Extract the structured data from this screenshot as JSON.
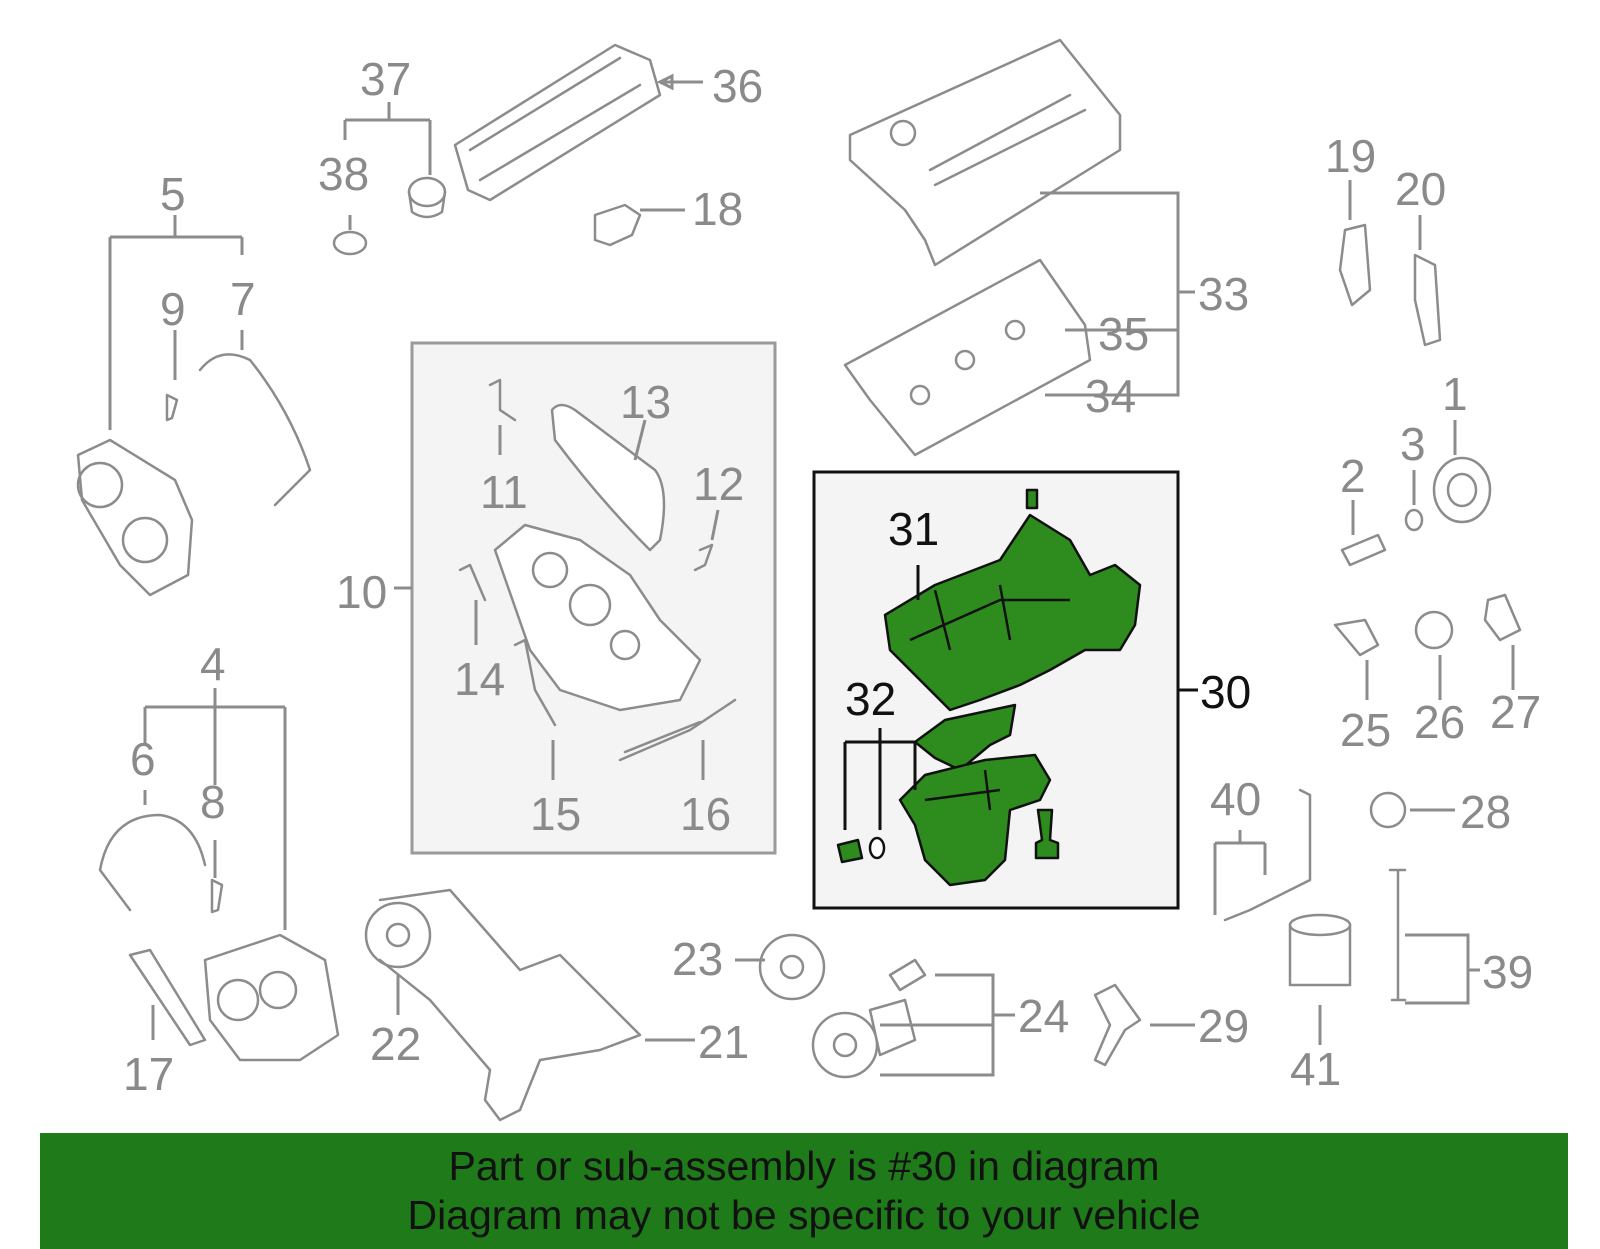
{
  "diagram": {
    "highlight_color": "#2e8b1e",
    "part_color": "#8c8c8c",
    "highlight_callouts": [
      "30",
      "31",
      "32"
    ],
    "callouts": [
      "1",
      "2",
      "3",
      "4",
      "5",
      "6",
      "7",
      "8",
      "9",
      "10",
      "11",
      "12",
      "13",
      "14",
      "15",
      "16",
      "17",
      "18",
      "19",
      "20",
      "21",
      "22",
      "23",
      "24",
      "25",
      "26",
      "27",
      "28",
      "29",
      "30",
      "31",
      "32",
      "33",
      "34",
      "35",
      "36",
      "37",
      "38",
      "39",
      "40",
      "41"
    ]
  },
  "banner": {
    "background": "#1f7a1a",
    "line1": "Part or sub-assembly is #30 in diagram",
    "line2": "Diagram may not be specific to your vehicle"
  }
}
